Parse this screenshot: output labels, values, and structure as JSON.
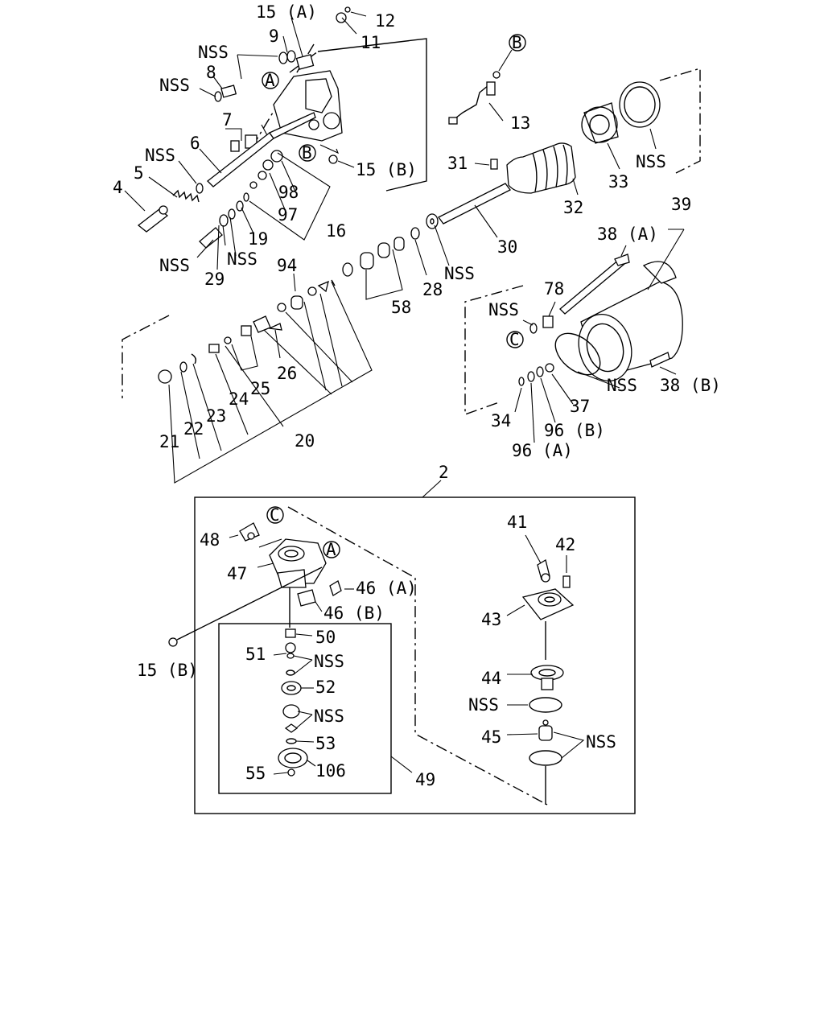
{
  "labels": {
    "l15a_top": "15 (A)",
    "l12": "12",
    "l11": "11",
    "l9": "9",
    "lnss_a": "NSS",
    "l8": "8",
    "lnss_b": "NSS",
    "l7": "7",
    "l6": "6",
    "lnss_c": "NSS",
    "l5": "5",
    "l4": "4",
    "l15b_top": "15 (B)",
    "l98": "98",
    "l97": "97",
    "l16": "16",
    "l19": "19",
    "lnss_d": "NSS",
    "lnss_e": "NSS",
    "l29": "29",
    "l13": "13",
    "l31": "31",
    "l32": "32",
    "l33": "33",
    "lnss_f": "NSS",
    "l30": "30",
    "l28": "28",
    "lnss_g": "NSS",
    "l58": "58",
    "l94": "94",
    "l39": "39",
    "l38a": "38 (A)",
    "l78": "78",
    "lnss_h": "NSS",
    "lnss_i": "NSS",
    "l38b": "38 (B)",
    "l37": "37",
    "l34": "34",
    "l96b": "96 (B)",
    "l96a": "96 (A)",
    "l26": "26",
    "l25": "25",
    "l24": "24",
    "l23": "23",
    "l22": "22",
    "l21": "21",
    "l20": "20",
    "l2": "2",
    "l48": "48",
    "l47": "47",
    "l46a": "46 (A)",
    "l46b": "46 (B)",
    "l15b_low": "15 (B)",
    "l50": "50",
    "l51": "51",
    "lnss_j": "NSS",
    "l52": "52",
    "lnss_k": "NSS",
    "l53": "53",
    "l55": "55",
    "l106": "106",
    "l49": "49",
    "l41": "41",
    "l42": "42",
    "l43": "43",
    "l44": "44",
    "lnss_l": "NSS",
    "l45": "45",
    "lnss_m": "NSS"
  },
  "refs": {
    "a1": "A",
    "a2": "A",
    "b1": "B",
    "b2": "B",
    "c1": "C",
    "c2": "C"
  }
}
